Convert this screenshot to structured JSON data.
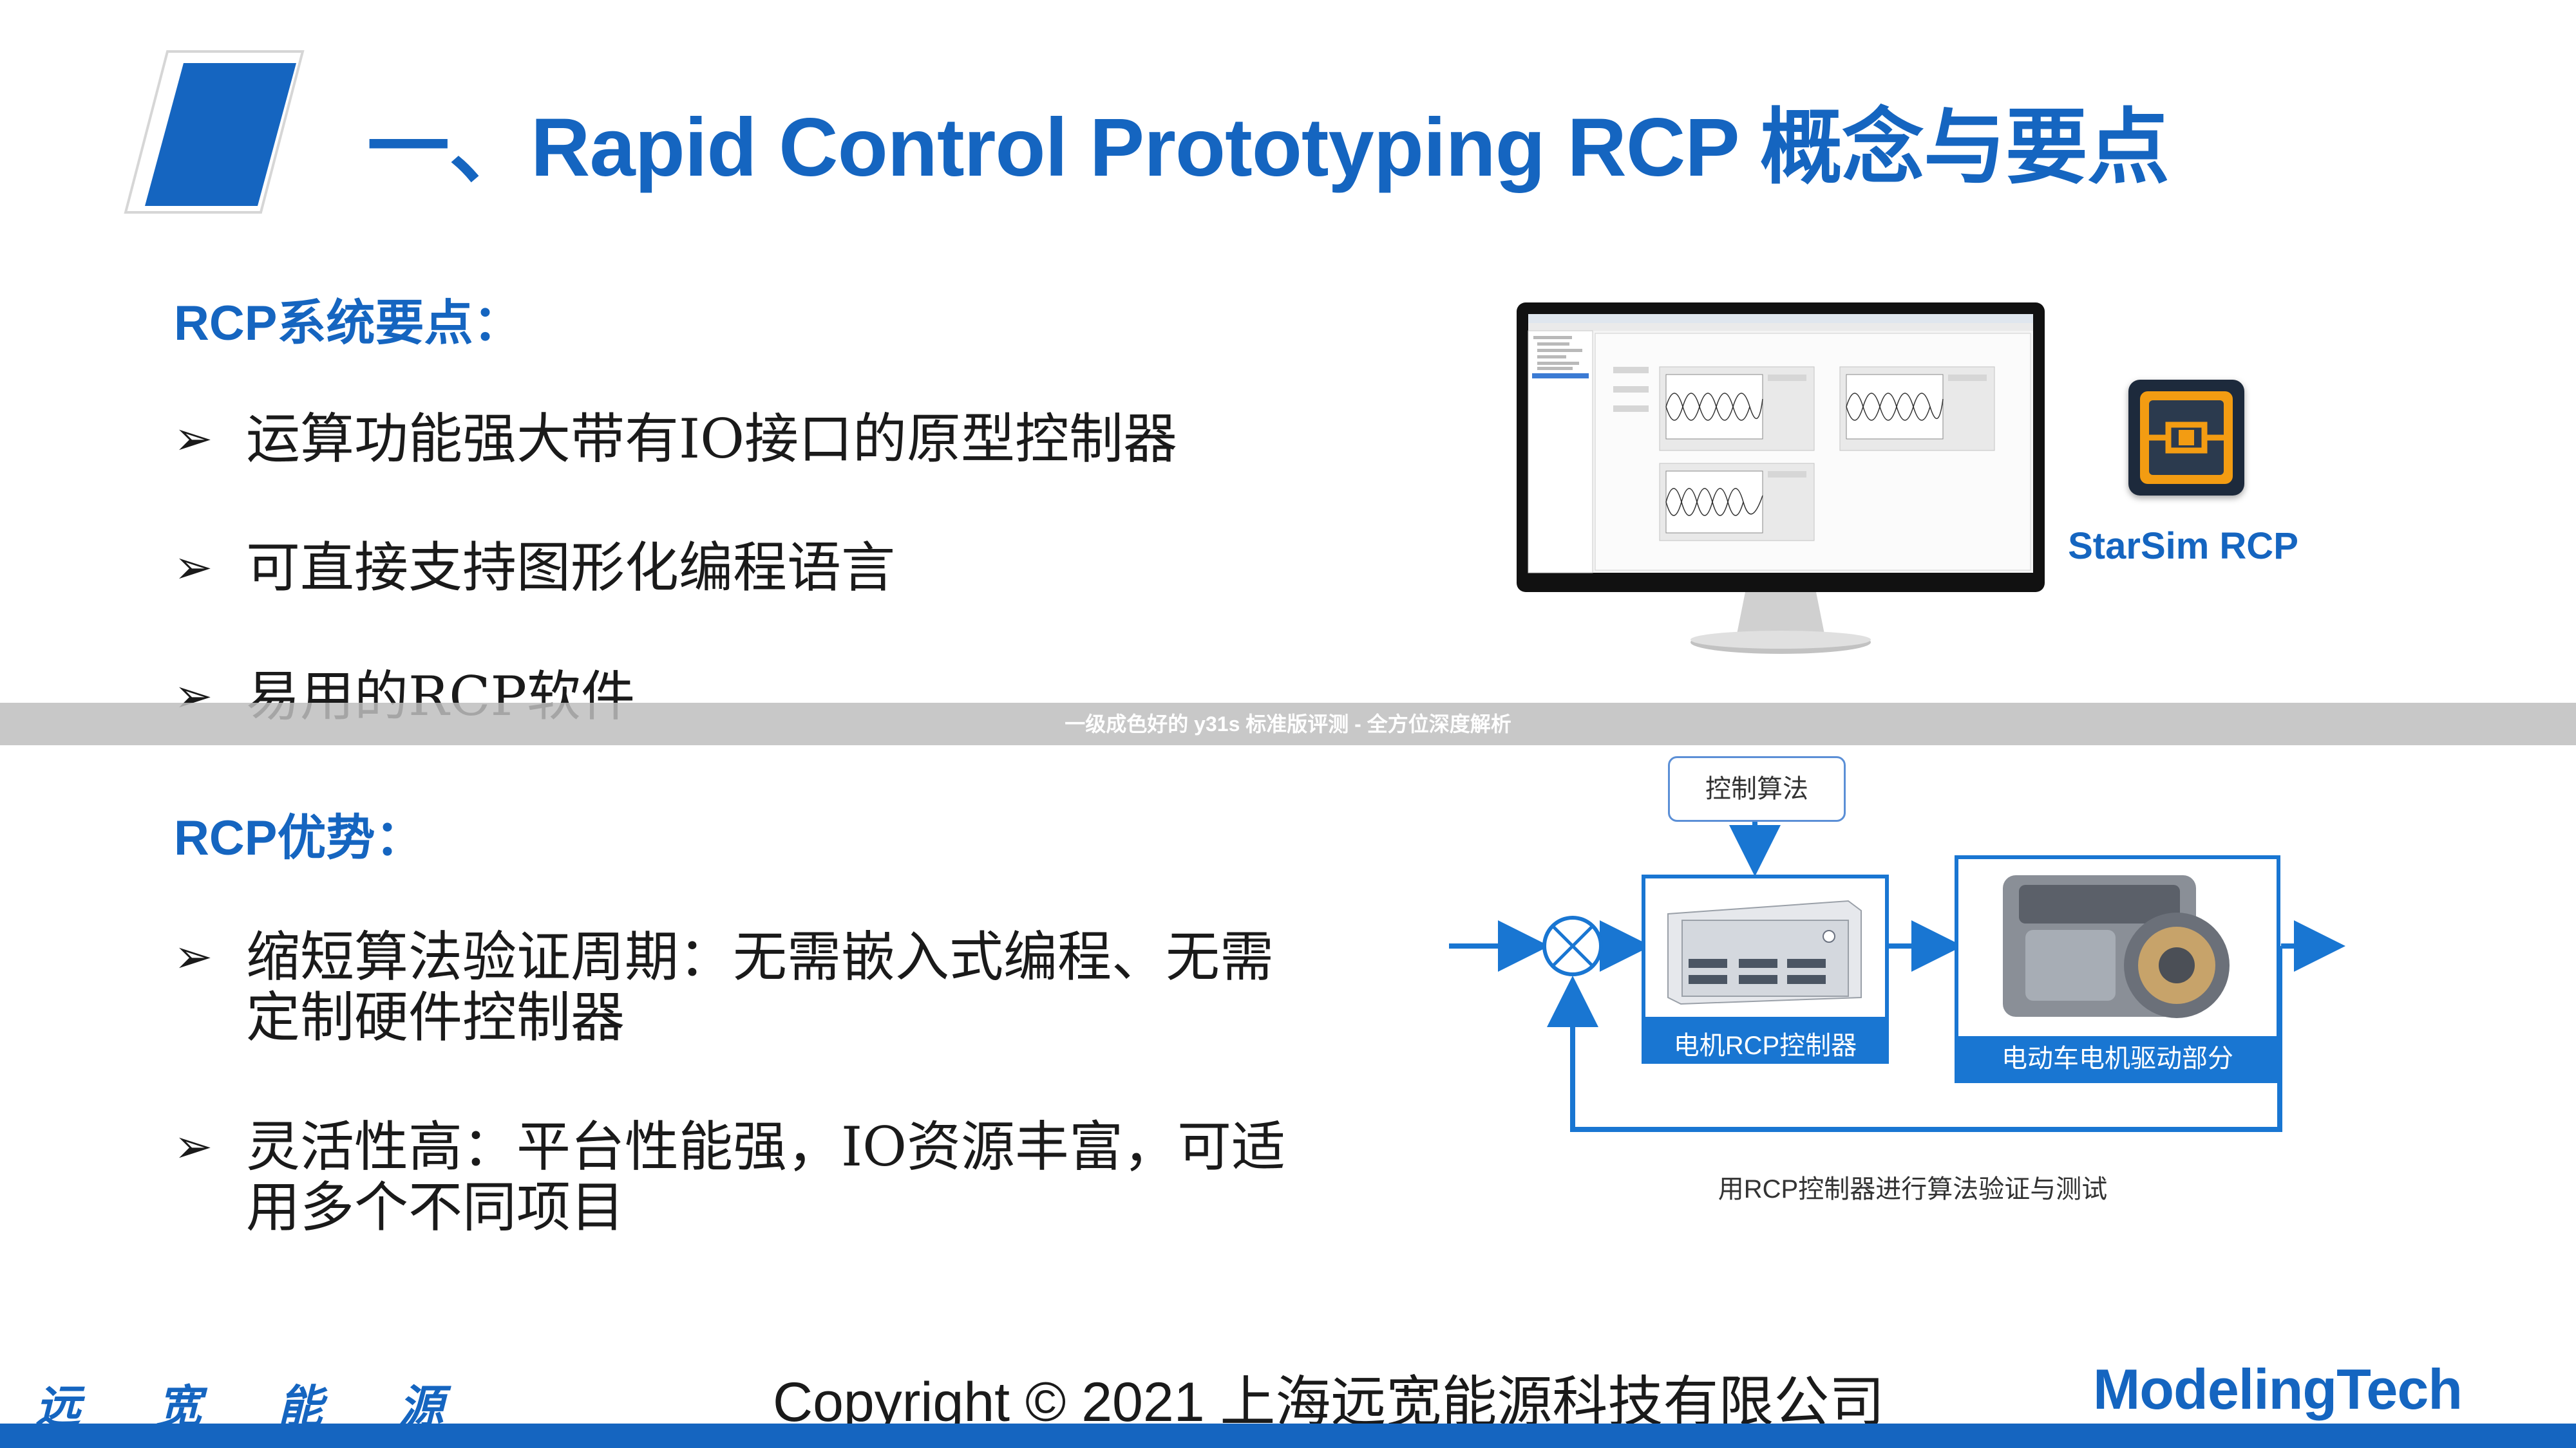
{
  "header": {
    "title": "一、Rapid Control Prototyping RCP 概念与要点"
  },
  "points_section": {
    "heading": "RCP系统要点：",
    "items": [
      {
        "arrow": "➢",
        "text": "运算功能强大带有IO接口的原型控制器"
      },
      {
        "arrow": "➢",
        "text": "可直接支持图形化编程语言"
      },
      {
        "arrow": "➢",
        "text": "易用的RCP软件"
      }
    ]
  },
  "advantages_section": {
    "heading": "RCP优势：",
    "items": [
      {
        "arrow": "➢",
        "line1": "缩短算法验证周期：无需嵌入式编程、无需",
        "line2": "定制硬件控制器"
      },
      {
        "arrow": "➢",
        "line1": "灵活性高：平台性能强，IO资源丰富，可适",
        "line2": "用多个不同项目"
      }
    ]
  },
  "product": {
    "name": "StarSim RCP",
    "icon": "starsim-rcp-app-icon"
  },
  "watermark": {
    "text": "一级成色好的 y31s 标准版评测 - 全方位深度解析"
  },
  "diagram": {
    "algo_label": "控制算法",
    "controller_label": "电机RCP控制器",
    "plant_label": "电动车电机驱动部分",
    "caption": "用RCP控制器进行算法验证与测试",
    "line_color": "#1976d2"
  },
  "footer": {
    "cn_logo": "远宽能源",
    "copyright": "Copyright © 2021 上海远宽能源科技有限公司",
    "brand": "ModelingTech",
    "brand_color": "#1565c0"
  }
}
